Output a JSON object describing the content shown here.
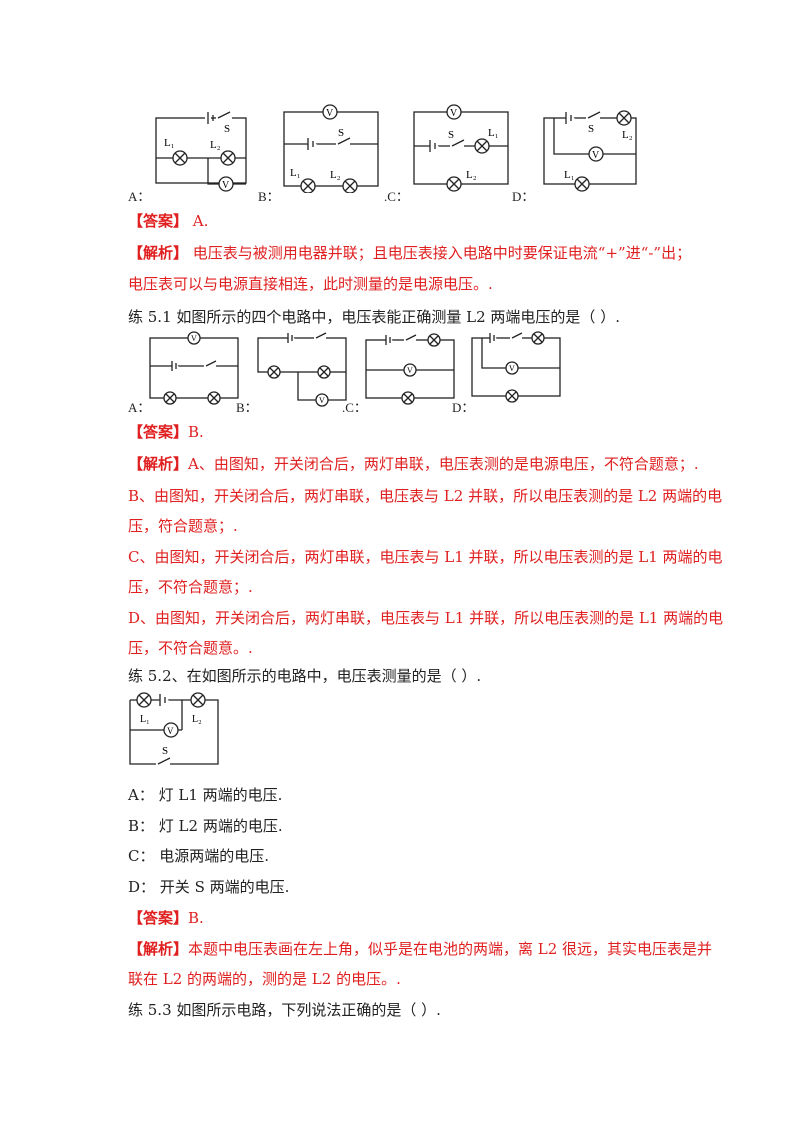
{
  "q4_options": {
    "a": "A：",
    "b": "B：",
    "c": ".C：",
    "d": "D："
  },
  "q4_answer": {
    "tag": "【答案】",
    "text": " A."
  },
  "q4_analysis": {
    "tag": "【解析】",
    "line1": "  电压表与被测用电器并联；且电压表接入电路中时要保证电流“+”进“-”出；",
    "line2": "电压表可以与电源直接相连，此时测量的是电源电压。."
  },
  "q51": {
    "stem": "练 5.1  如图所示的四个电路中，电压表能正确测量 L2 两端电压的是（  ）.",
    "options": {
      "a": "A：",
      "b": "B：",
      "c": ".C：",
      "d": "D："
    },
    "answer_tag": "【答案】",
    "answer_text": "B.",
    "analysis_tag": "【解析】",
    "lines": [
      "A、由图知，开关闭合后，两灯串联，电压表测的是电源电压，不符合题意；.",
      "B、由图知，开关闭合后，两灯串联，电压表与 L2 并联，所以电压表测的是 L2 两端的电",
      "压，符合题意；.",
      "C、由图知，开关闭合后，两灯串联，电压表与 L1 并联，所以电压表测的是 L1 两端的电",
      "压，不符合题意；.",
      "D、由图知，开关闭合后，两灯串联，电压表与 L1 并联，所以电压表测的是 L1 两端的电",
      "压，不符合题意。."
    ]
  },
  "q52": {
    "stem": "练 5.2、在如图所示的电路中，电压表测量的是（    ）.",
    "choices": [
      "A：  灯 L1 两端的电压.",
      "B：  灯 L2 两端的电压.",
      "C：  电源两端的电压.",
      "D：  开关 S 两端的电压."
    ],
    "answer_tag": "【答案】",
    "answer_text": "B.",
    "analysis_tag": "【解析】",
    "line1": "本题中电压表画在左上角，似乎是在电池的两端，离 L2 很远，其实电压表是并",
    "line2": "联在 L2 的两端的，测的是 L2 的电压。."
  },
  "q53": {
    "stem": "练 5.3  如图所示电路，下列说法正确的是（     ）."
  },
  "symbols": {
    "voltmeter": "V",
    "switch": "S",
    "lamp1": "L₁",
    "lamp2": "L₂",
    "plus": "+",
    "minus": "-"
  }
}
